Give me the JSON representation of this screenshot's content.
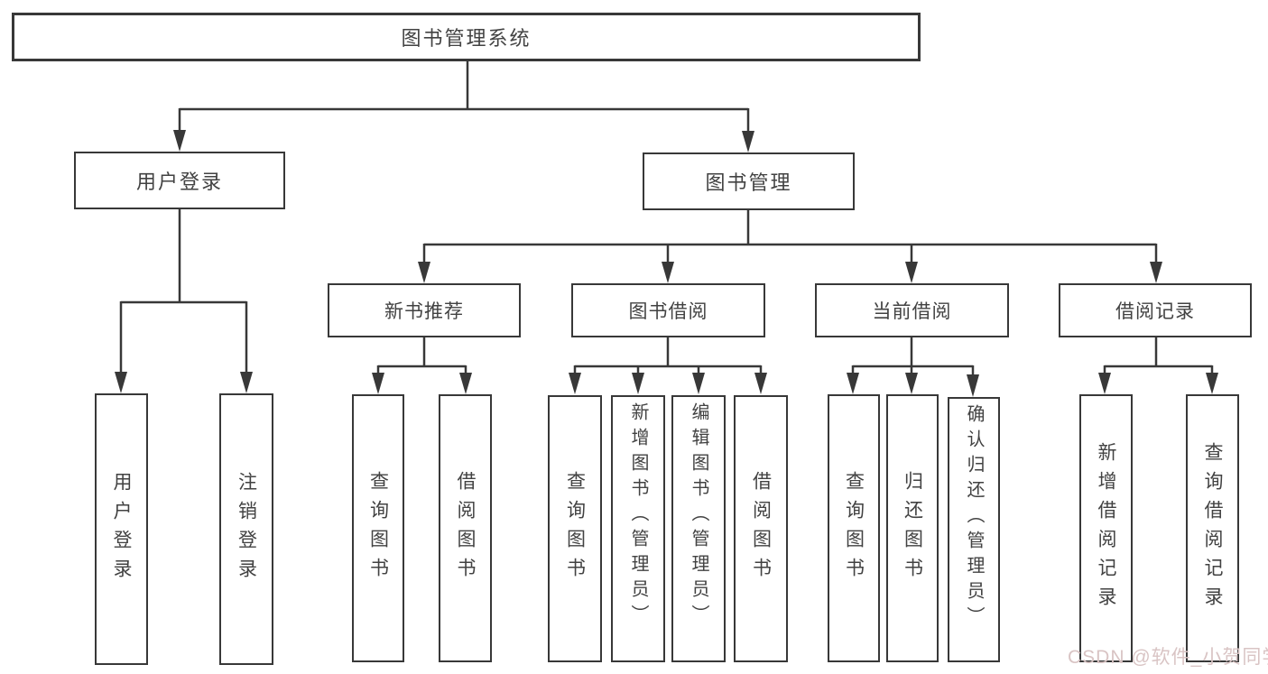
{
  "diagram": {
    "tree": {
      "label": "图书管理系统",
      "children": [
        {
          "label": "用户登录",
          "children": [
            {
              "label": "用户登录"
            },
            {
              "label": "注销登录"
            }
          ]
        },
        {
          "label": "图书管理",
          "children": [
            {
              "label": "新书推荐",
              "children": [
                {
                  "label": "查询图书"
                },
                {
                  "label": "借阅图书"
                }
              ]
            },
            {
              "label": "图书借阅",
              "children": [
                {
                  "label": "查询图书"
                },
                {
                  "label": "新增图书（管理员）"
                },
                {
                  "label": "编辑图书（管理员）"
                },
                {
                  "label": "借阅图书"
                }
              ]
            },
            {
              "label": "当前借阅",
              "children": [
                {
                  "label": "查询图书"
                },
                {
                  "label": "归还图书"
                },
                {
                  "label": "确认归还（管理员）"
                }
              ]
            },
            {
              "label": "借阅记录",
              "children": [
                {
                  "label": "新增借阅记录"
                },
                {
                  "label": "查询借阅记录"
                }
              ]
            }
          ]
        }
      ]
    },
    "colors": {
      "line": "#383838",
      "box_border": "#383838",
      "text": "#424242",
      "watermark": "#d9c4c4"
    }
  },
  "watermark": {
    "text": "CSDN @软件_小贺同学"
  }
}
